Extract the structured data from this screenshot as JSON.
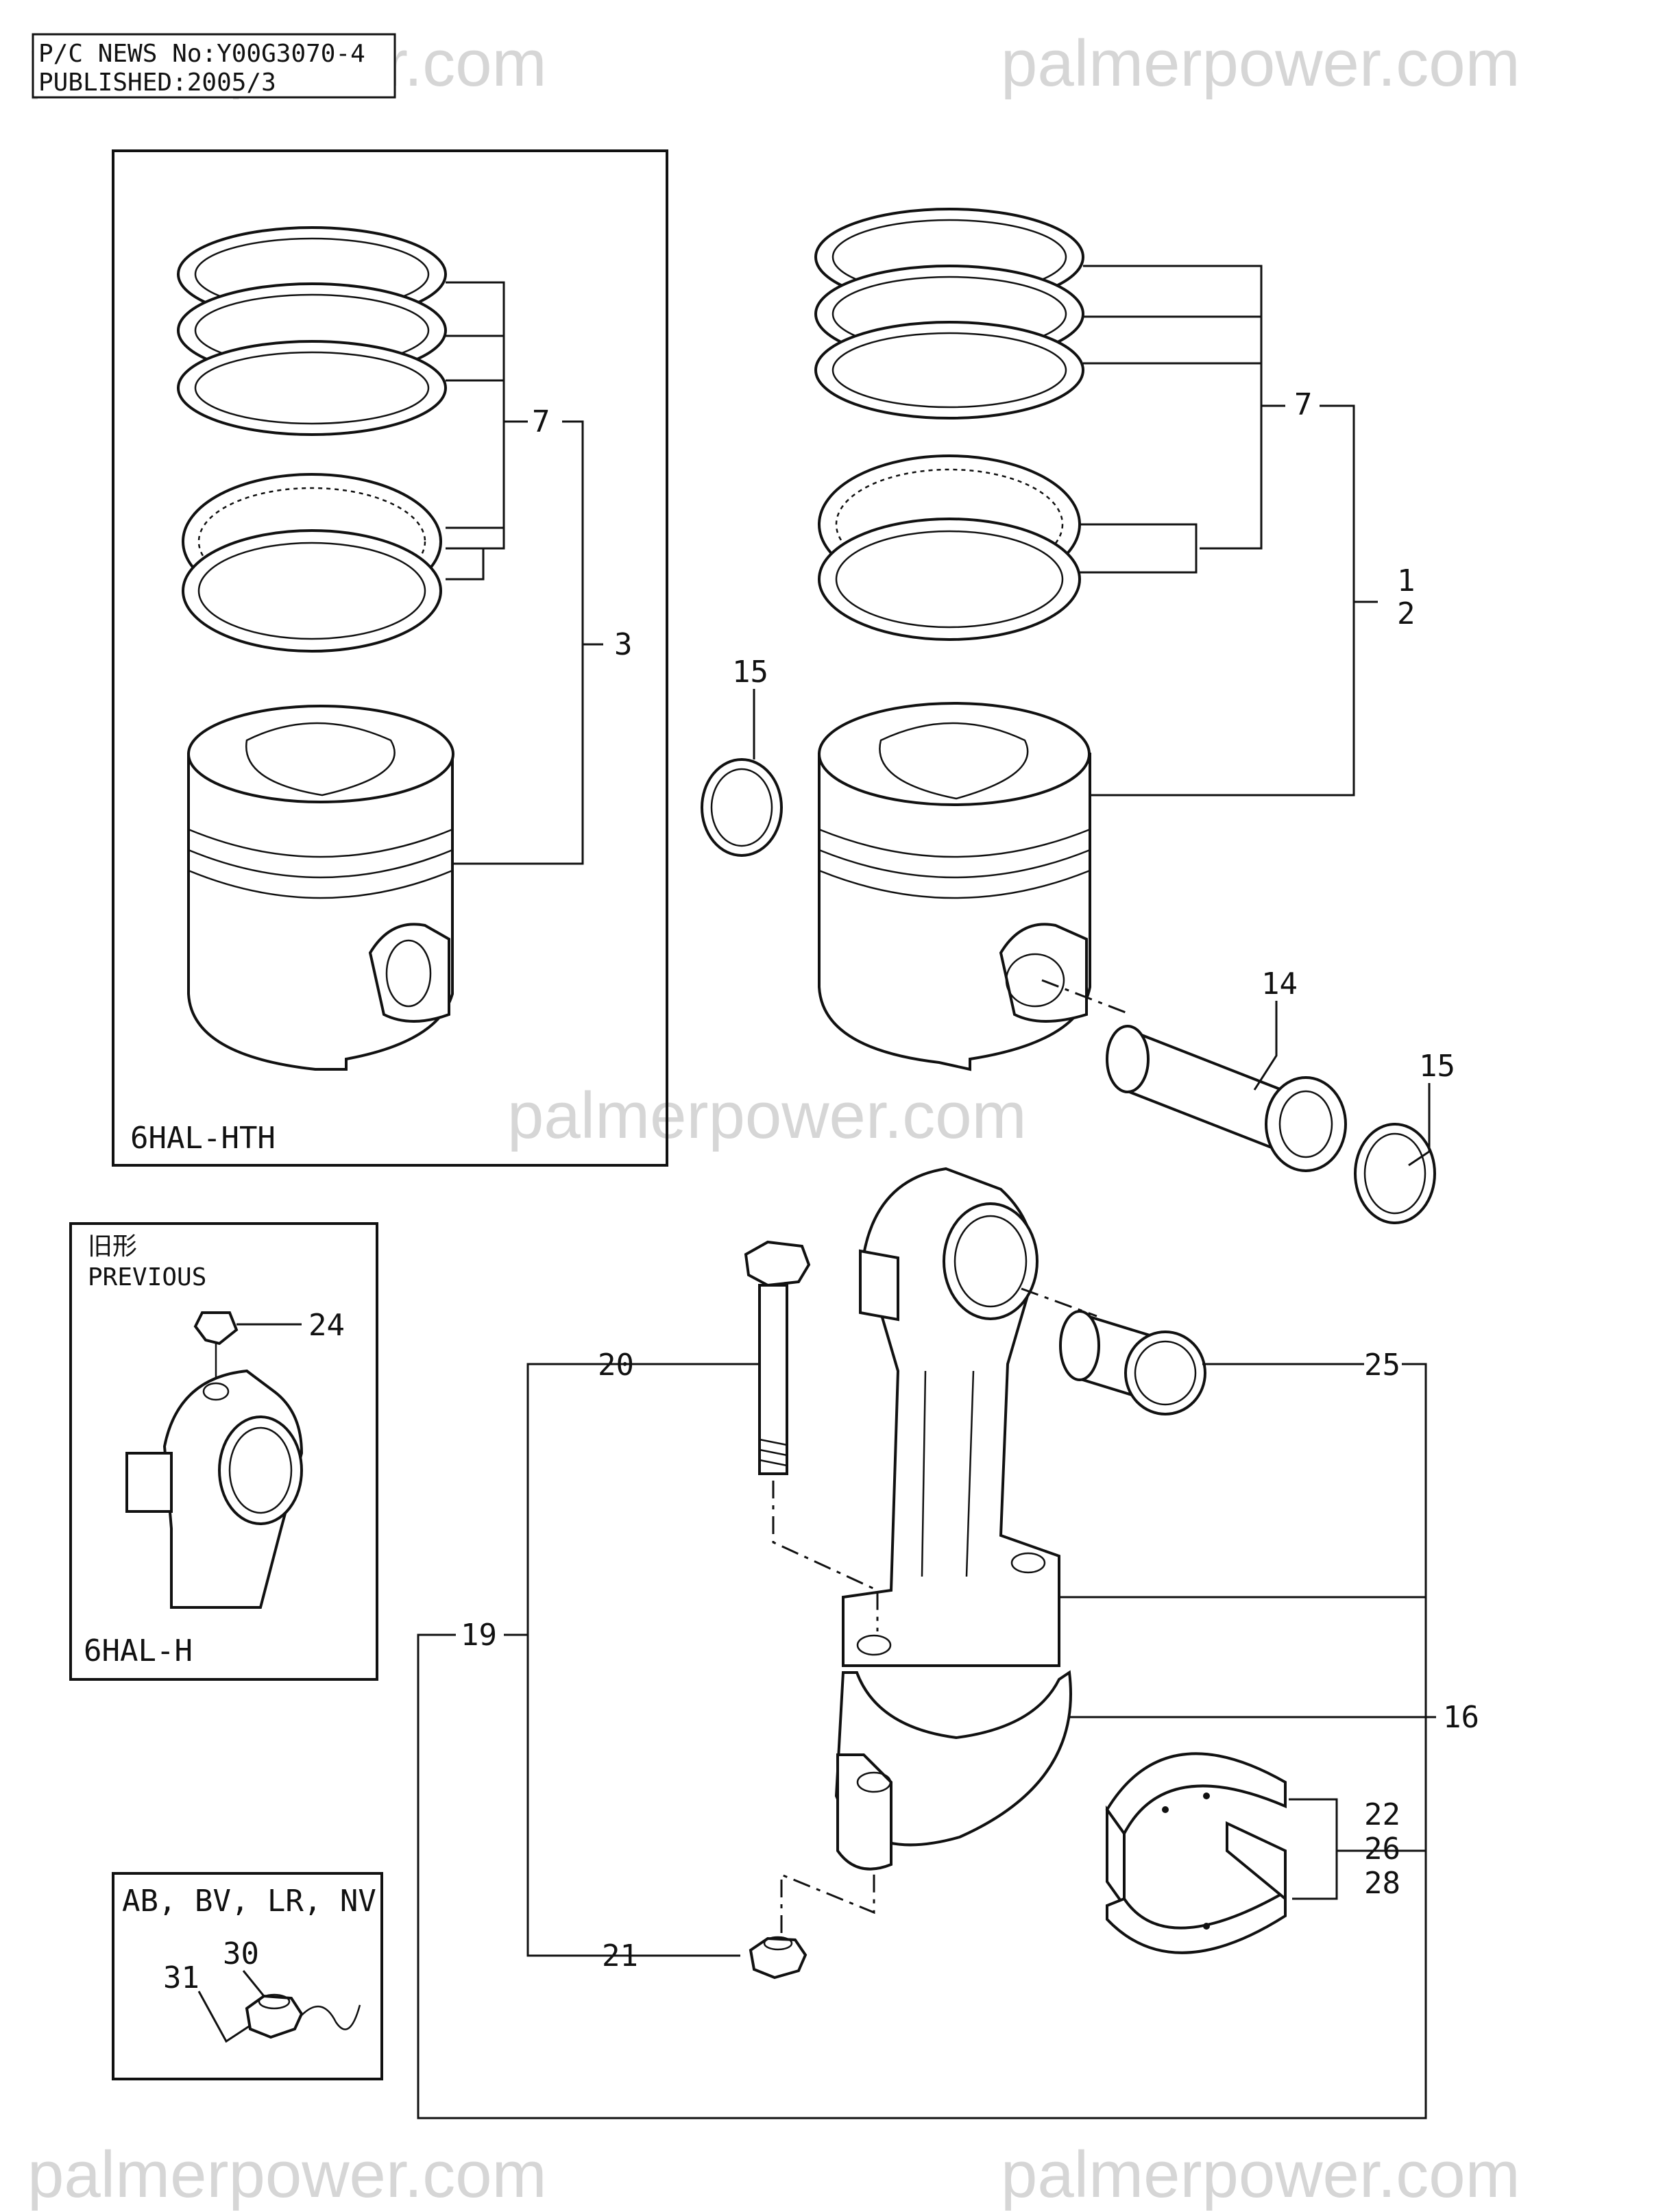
{
  "header": {
    "news_line": "P/C NEWS No:Y00G3070-4",
    "published_line": "PUBLISHED:2005/3"
  },
  "watermarks": {
    "top_left": "palmerpower.com",
    "top_right": "palmerpower.com",
    "center": "palmerpower.com",
    "bottom_left": "palmerpower.com",
    "bottom_right": "palmerpower.com"
  },
  "inset_hth": {
    "caption": "6HAL-HTH",
    "ring_ref": "7",
    "piston_ref": "3"
  },
  "inset_previous": {
    "title_jp": "旧形",
    "title_en": "PREVIOUS",
    "nut_ref": "24",
    "caption": "6HAL-H"
  },
  "inset_variants": {
    "title": "AB, BV, LR, NV",
    "ref_a": "30",
    "ref_b": "31"
  },
  "callouts": {
    "rings": "7",
    "piston_1": "1",
    "piston_2": "2",
    "clip_left": "15",
    "pin": "14",
    "clip_right": "15",
    "bolt": "20",
    "bushing": "25",
    "rod_assembly": "19",
    "rod": "16",
    "bearing_1": "22",
    "bearing_2": "26",
    "bearing_3": "28",
    "nut": "21"
  }
}
